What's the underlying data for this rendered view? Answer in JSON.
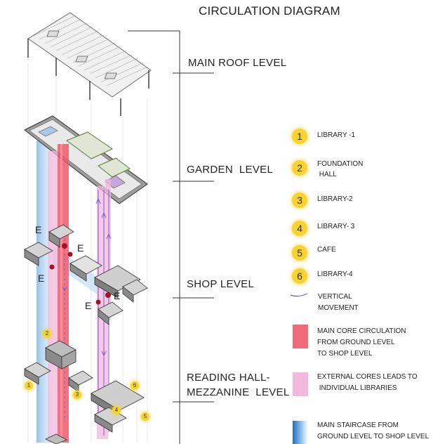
{
  "title": "CIRCULATION DIAGRAM",
  "levels": {
    "main_roof": "MAIN ROOF LEVEL",
    "garden": "GARDEN  LEVEL",
    "shop": "SHOP LEVEL",
    "reading_line1": "READING HALL-",
    "reading_line2": "MEZZANINE  LEVEL"
  },
  "legend": {
    "items": [
      {
        "num": "1",
        "label": "LIBRARY -1"
      },
      {
        "num": "2",
        "label_line1": "FOUNDATION",
        "label_line2": " HALL"
      },
      {
        "num": "3",
        "label": "LIBRARY-2"
      },
      {
        "num": "4",
        "label": "LIBRARY- 3"
      },
      {
        "num": "5",
        "label": "CAFE"
      },
      {
        "num": "6",
        "label": "LIBRARY-4"
      }
    ],
    "vertical_line1": "VERTICAL",
    "vertical_line2": "MOVEMENT",
    "main_core_line1": "MAIN CORE CIRCULATION",
    "main_core_line2": "FROM GROUND LEVEL",
    "main_core_line3": "TO SHOP LEVEL",
    "external_line1": "EXTERNAL CORES LEADS TO",
    "external_line2": " INDIVIDUAL LIBRARIES",
    "staircase_line1": "MAIN STAIRCASE  FROM",
    "staircase_line2": "GROUND LEVEL TO SHOP LEVEL"
  },
  "elevator_labels": {
    "e1": "E",
    "e2": "E",
    "e3": "E",
    "e4": "E",
    "e5": "E"
  },
  "markers": {
    "m1": "1",
    "m2": "2",
    "m3": "3",
    "m4": "4",
    "m5": "5",
    "m6": "6"
  },
  "colors": {
    "marker_yellow": "#f7d230",
    "main_core_red": "#ee5a6a",
    "external_core_pink": "#f3b8dd",
    "staircase_blue": "#3b8fd6",
    "vertical_movement_purple": "#7a5cc7"
  }
}
